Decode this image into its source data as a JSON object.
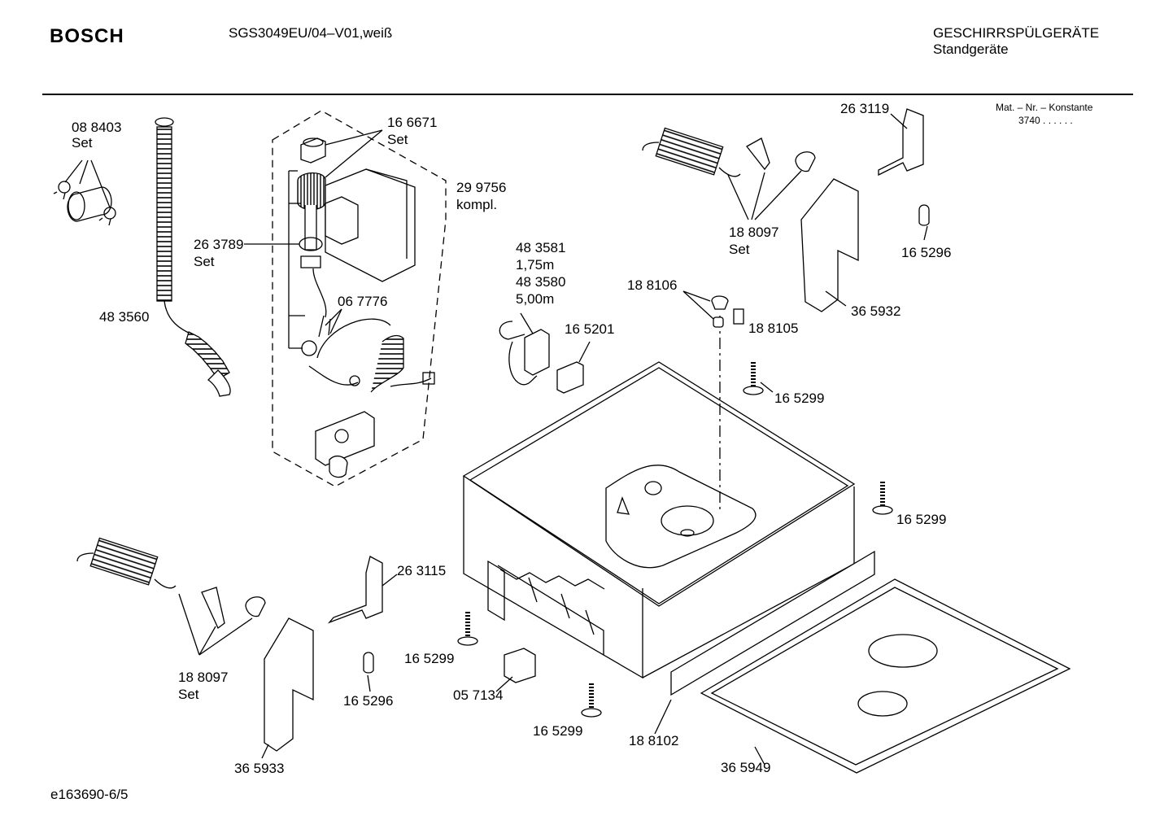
{
  "header": {
    "brand": "BOSCH",
    "model": "SGS3049EU/04–V01,weiß",
    "category": "GESCHIRRSPÜLGERÄTE",
    "subcategory": "Standgeräte"
  },
  "mat_constant": {
    "label": "Mat. – Nr. – Konstante",
    "value": "3740 . . . . . ."
  },
  "parts": [
    {
      "number": "08 8403",
      "note": "Set"
    },
    {
      "number": "48 3560",
      "note": ""
    },
    {
      "number": "16 6671",
      "note": "Set"
    },
    {
      "number": "29 9756",
      "note": "kompl."
    },
    {
      "number": "26 3789",
      "note": "Set"
    },
    {
      "number": "06 7776",
      "note": ""
    },
    {
      "number": "48 3581",
      "note": "1,75m"
    },
    {
      "number": "48 3580",
      "note": "5,00m"
    },
    {
      "number": "16 5201",
      "note": ""
    },
    {
      "number": "18 8106",
      "note": ""
    },
    {
      "number": "18 8105",
      "note": ""
    },
    {
      "number": "18 8097",
      "note": "Set"
    },
    {
      "number": "26 3119",
      "note": ""
    },
    {
      "number": "16 5296",
      "note": ""
    },
    {
      "number": "36 5932",
      "note": ""
    },
    {
      "number": "16 5299",
      "note": ""
    },
    {
      "number": "16 5299",
      "note": ""
    },
    {
      "number": "26 3115",
      "note": ""
    },
    {
      "number": "18 8097",
      "note": "Set"
    },
    {
      "number": "16 5296",
      "note": ""
    },
    {
      "number": "36 5933",
      "note": ""
    },
    {
      "number": "16 5299",
      "note": ""
    },
    {
      "number": "05 7134",
      "note": ""
    },
    {
      "number": "16 5299",
      "note": ""
    },
    {
      "number": "18 8102",
      "note": ""
    },
    {
      "number": "36 5949",
      "note": ""
    }
  ],
  "footer": {
    "drawing_id": "e163690-6/5"
  }
}
